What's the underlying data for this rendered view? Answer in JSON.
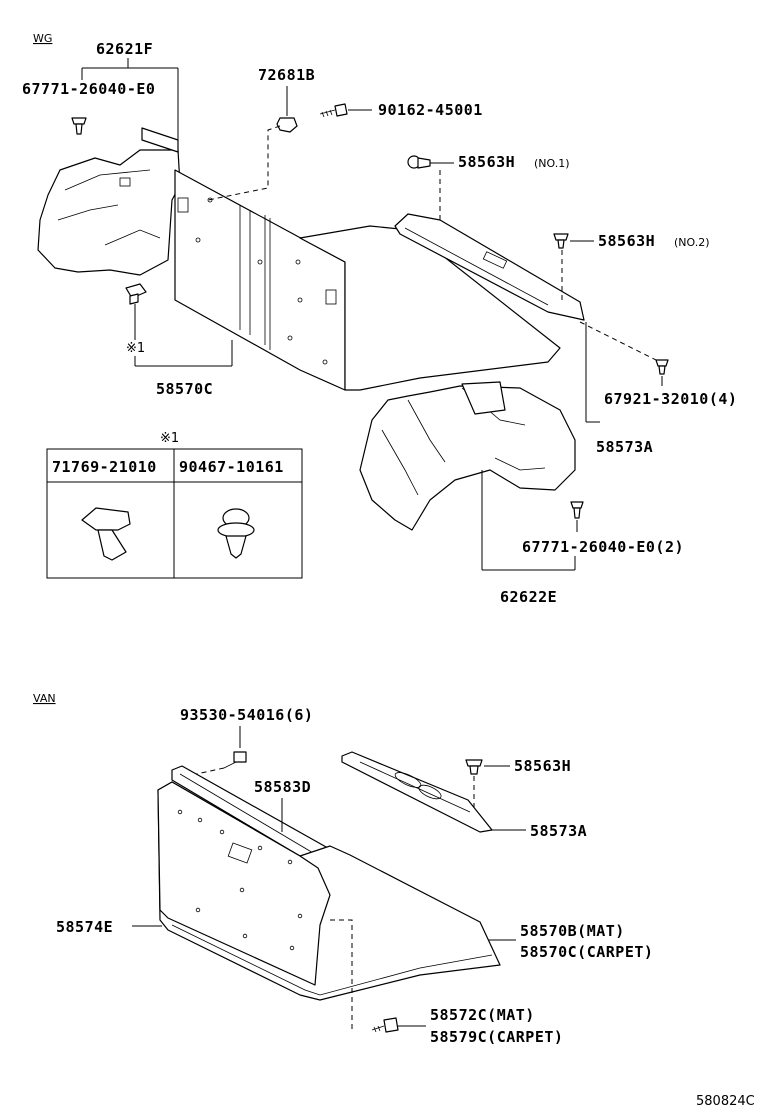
{
  "sections": {
    "wg": "WG",
    "van": "VAN"
  },
  "wg_labels": {
    "p62621F": "62621F",
    "p67771_26040_E0": "67771-26040-E0",
    "p72681B": "72681B",
    "p90162_45001": "90162-45001",
    "p58563H_1": "58563H",
    "p58563H_1_note": "(NO.1)",
    "p58563H_2": "58563H",
    "p58563H_2_note": "(NO.2)",
    "p67921_32010": "67921-32010(4)",
    "p58573A": "58573A",
    "p58570C": "58570C",
    "p67771_26040_E0_2": "67771-26040-E0(2)",
    "p62622E": "62622E",
    "ref_mark_1": "※1"
  },
  "ref_table": {
    "title": "※1",
    "columns": [
      "71769-21010",
      "90467-10161"
    ]
  },
  "van_labels": {
    "p93530_54016": "93530-54016(6)",
    "p58583D": "58583D",
    "p58563H": "58563H",
    "p58573A": "58573A",
    "p58574E": "58574E",
    "p58570B": "58570B(MAT)",
    "p58570C": "58570C(CARPET)",
    "p58572C": "58572C(MAT)",
    "p58579C": "58579C(CARPET)"
  },
  "drawing_id": "580824C"
}
